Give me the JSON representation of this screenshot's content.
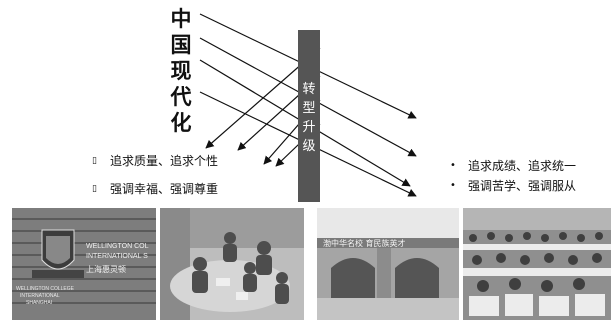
{
  "title_chars": [
    "中",
    "国",
    "现",
    "代",
    "化"
  ],
  "bar_chars": [
    "转",
    "型",
    "升",
    "级"
  ],
  "left_items": [
    {
      "bullet": "▯",
      "text": "追求质量、追求个性"
    },
    {
      "bullet": "▯",
      "text": "强调幸福、强调尊重"
    }
  ],
  "right_items": [
    {
      "bullet": "•",
      "text": "追求成绩、追求统一"
    },
    {
      "bullet": "•",
      "text": "强调苦学、强调服从"
    }
  ],
  "photos": {
    "school_sign_lines": [
      "WELLINGTON COL",
      "INTERNATIONAL S",
      "上海惠灵顿",
      "WELLINGTON COLLEGE",
      "INTERNATIONAL",
      "SHANGHAI"
    ],
    "gate_sign": "渤中华名校 育民族英才"
  },
  "colors": {
    "bar": "#555555",
    "arrow": "#111111"
  }
}
